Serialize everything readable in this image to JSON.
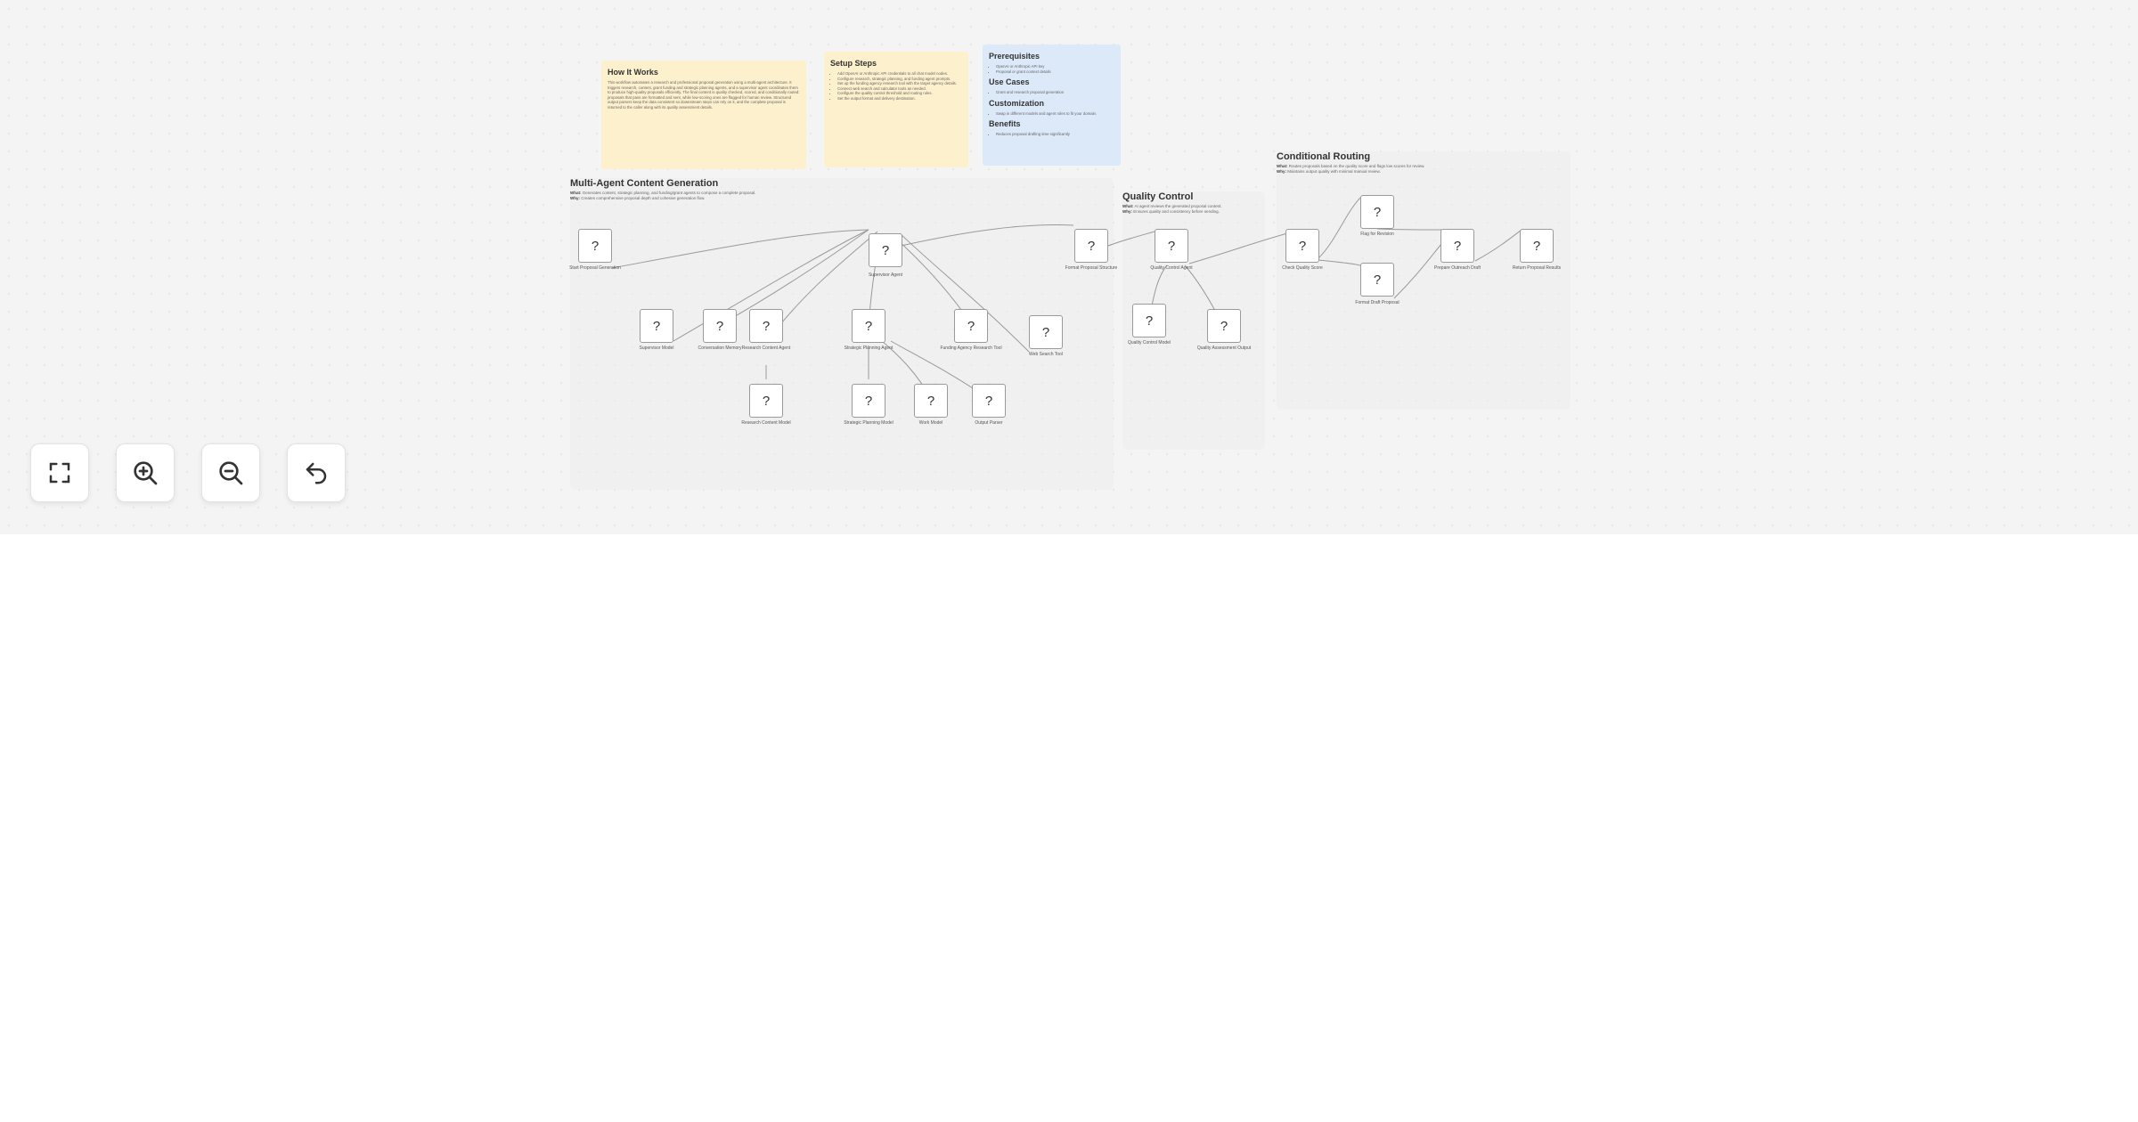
{
  "groups": {
    "multi_agent": {
      "title": "Multi-Agent Content Generation",
      "what_label": "What:",
      "what": "Generates content, strategic planning, and funding/grant agents to compose a complete proposal.",
      "why_label": "Why:",
      "why": "Creates comprehensive proposal depth and cohesive generation flow."
    },
    "quality": {
      "title": "Quality Control",
      "what_label": "What:",
      "what": "AI agent reviews the generated proposal content.",
      "why_label": "Why:",
      "why": "Ensures quality and consistency before sending."
    },
    "routing": {
      "title": "Conditional Routing",
      "what_label": "What:",
      "what": "Routes proposals based on the quality score and flags low scores for review.",
      "why_label": "Why:",
      "why": "Maintains output quality with minimal manual review."
    }
  },
  "stickies": {
    "how": {
      "title": "How It Works",
      "body": "This workflow automates a research and professional proposal generation using a multi-agent architecture. It triggers research, content, grant funding and strategic planning agents, and a supervisor agent coordinates them to produce high-quality proposals efficiently. The final content is quality checked, scored, and conditionally routed: proposals that pass are formatted and sent, while low-scoring ones are flagged for human review. Structured output parsers keep the data consistent so downstream steps can rely on it, and the complete proposal is returned to the caller along with its quality assessment details."
    },
    "setup": {
      "title": "Setup Steps",
      "items": [
        "Add OpenAI or Anthropic API credentials to all chat model nodes.",
        "Configure research, strategic planning, and funding agent prompts.",
        "Set up the funding agency research tool with the target agency details.",
        "Connect web search and calculator tools as needed.",
        "Configure the quality control threshold and routing rules.",
        "Set the output format and delivery destination."
      ]
    },
    "info": {
      "prereq_title": "Prerequisites",
      "prereq_items": [
        "OpenAI or Anthropic API key",
        "Proposal or grant context details"
      ],
      "usecases_title": "Use Cases",
      "usecases_items": [
        "Grant and research proposal generation"
      ],
      "custom_title": "Customization",
      "custom_items": [
        "Swap in different models and agent roles to fit your domain."
      ],
      "benefits_title": "Benefits",
      "benefits_items": [
        "Reduces proposal drafting time significantly"
      ]
    }
  },
  "nodes": {
    "n_start": {
      "label": "Start Proposal Generation"
    },
    "n_supervisor": {
      "label": "Supervisor Agent"
    },
    "n_supmodel": {
      "label": "Supervisor Model"
    },
    "n_convmem": {
      "label": "Conversation Memory"
    },
    "n_research": {
      "label": "Research Content Agent"
    },
    "n_strategic": {
      "label": "Strategic Planning Agent"
    },
    "n_funding": {
      "label": "Funding Agency Research Tool"
    },
    "n_websearch": {
      "label": "Web Search Tool"
    },
    "n_rcmodel": {
      "label": "Research Content Model"
    },
    "n_spmodel": {
      "label": "Strategic Planning Model"
    },
    "n_workmodel": {
      "label": "Work Model"
    },
    "n_output": {
      "label": "Output Parser"
    },
    "n_format": {
      "label": "Format Proposal Structure"
    },
    "n_qcagent": {
      "label": "Quality Control Agent"
    },
    "n_qcmodel": {
      "label": "Quality Control Model"
    },
    "n_qcoutput": {
      "label": "Quality Assessment Output"
    },
    "n_check": {
      "label": "Check Quality Score"
    },
    "n_flag": {
      "label": "Flag for Revision"
    },
    "n_draft": {
      "label": "Format Draft Proposal"
    },
    "n_merge": {
      "label": "Prepare Outreach Draft"
    },
    "n_return": {
      "label": "Return Proposal Results"
    }
  },
  "node_glyph": "?",
  "controls": {
    "fit": "fit-view-icon",
    "zoom_in": "zoom-in-icon",
    "zoom_out": "zoom-out-icon",
    "undo": "undo-icon"
  }
}
